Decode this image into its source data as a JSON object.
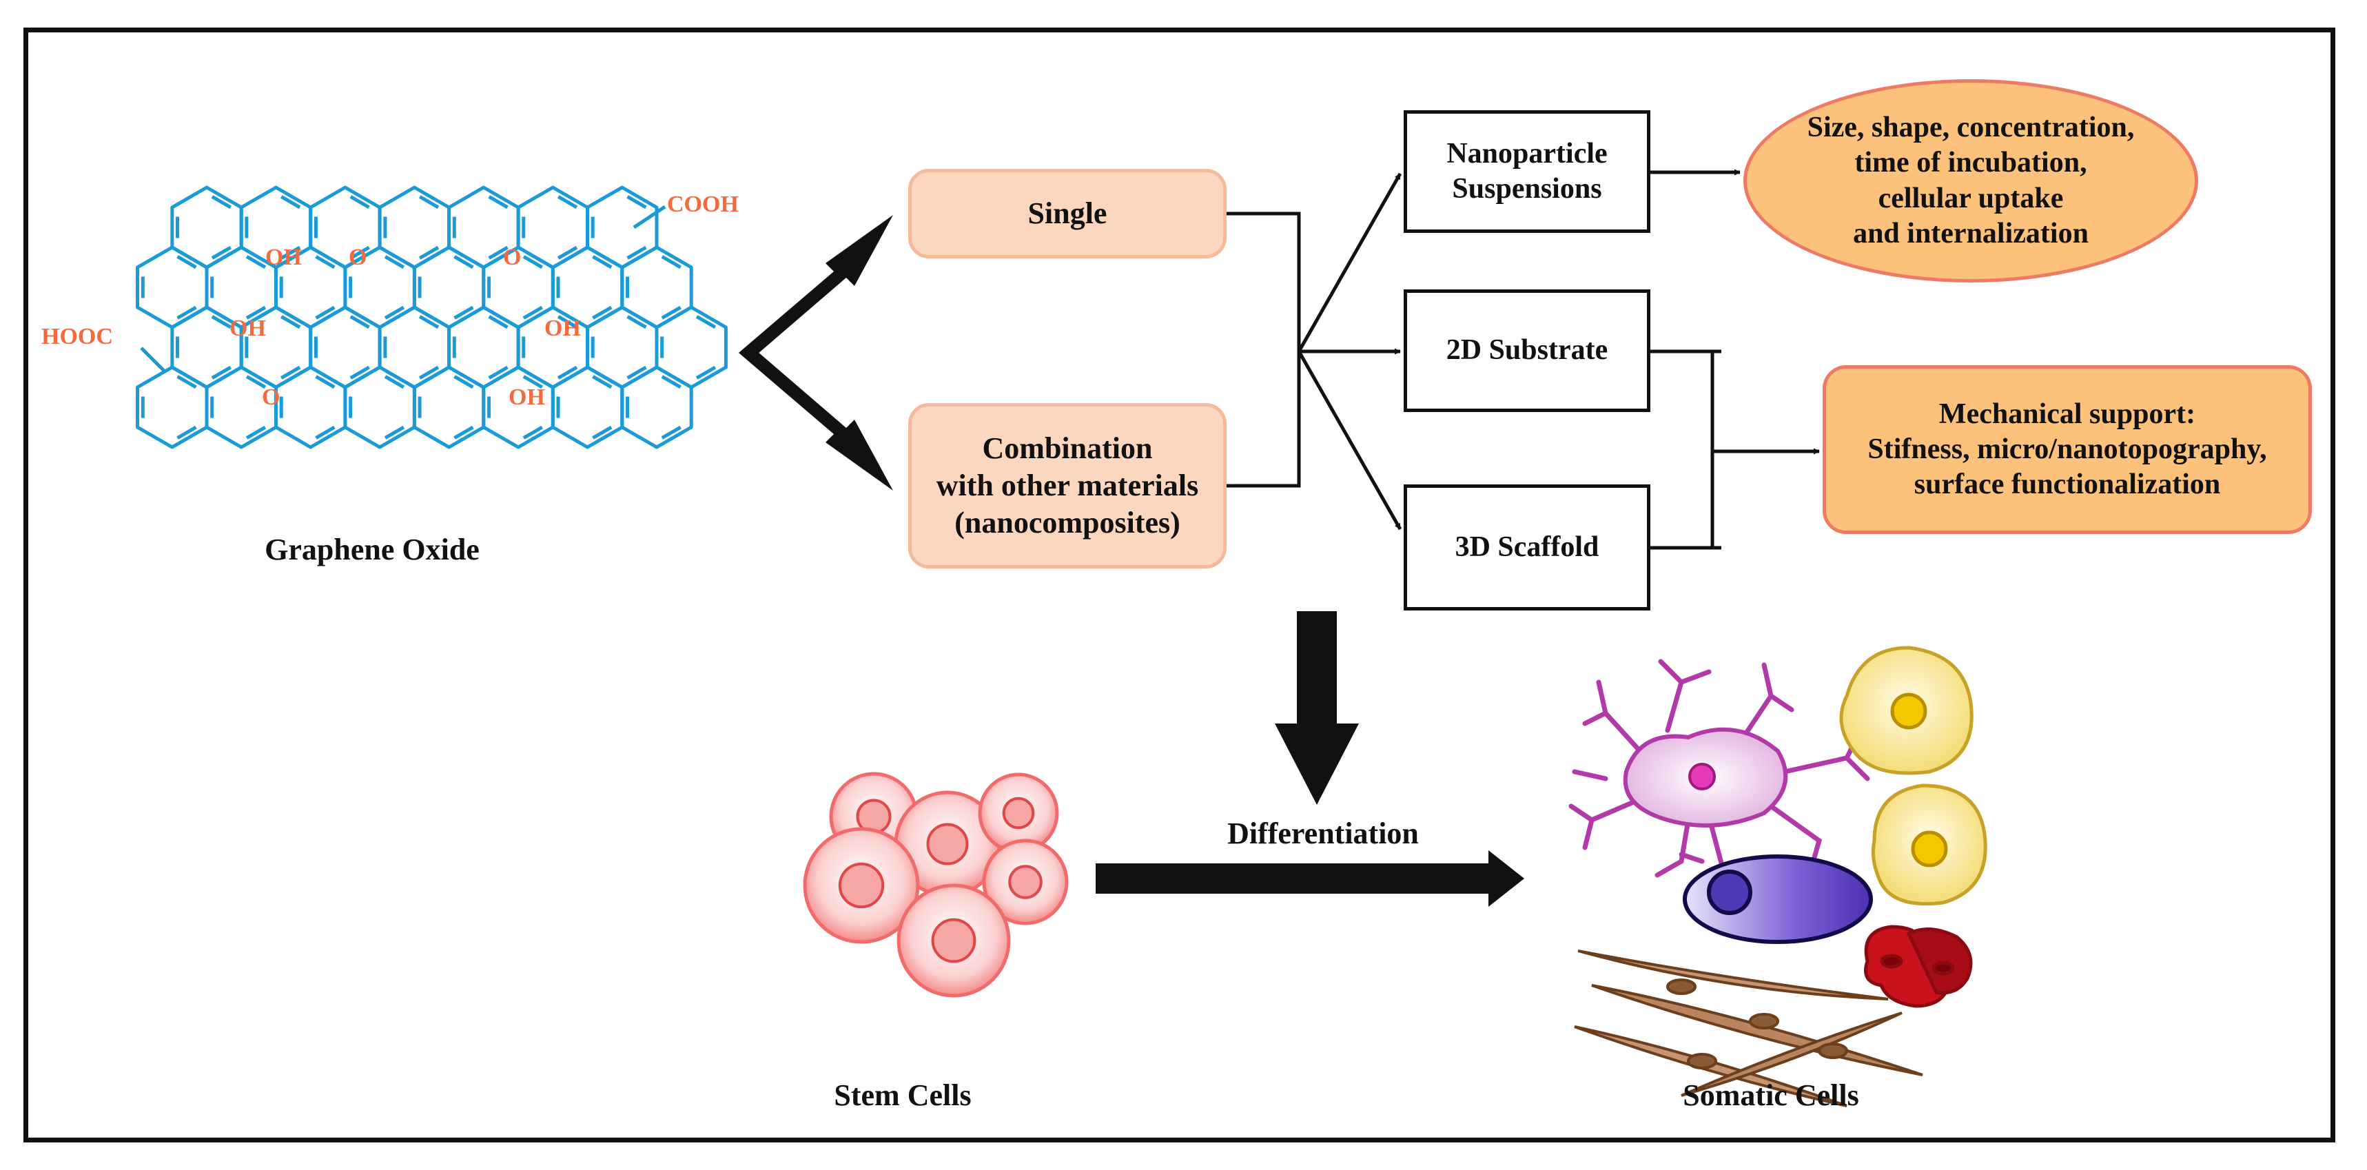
{
  "graphene": {
    "caption": "Graphene Oxide",
    "groups": [
      "COOH",
      "HOOC",
      "OH",
      "OH",
      "OH",
      "OH",
      "O",
      "O",
      "O"
    ]
  },
  "forms": {
    "single": "Single",
    "combination": [
      "Combination",
      "with other materials",
      "(nanocomposites)"
    ]
  },
  "types": {
    "nanoparticle": [
      "Nanoparticle",
      "Suspensions"
    ],
    "substrate_2d": "2D Substrate",
    "scaffold_3d": "3D Scaffold"
  },
  "factors": {
    "nanoparticle": [
      "Size, shape, concentration,",
      "time of incubation,",
      "cellular uptake",
      "and internalization"
    ],
    "mechanical": [
      "Mechanical support:",
      "Stifness, micro/nanotopography,",
      "surface functionalization"
    ]
  },
  "process": {
    "differentiation": "Differentiation",
    "stem_cells": "Stem Cells",
    "somatic_cells": "Somatic Cells"
  },
  "colors": {
    "lattice": "#1a9ad6",
    "functional_groups": "#f36a3f",
    "pill_fill": "#fcd7bf",
    "pill_border": "#f6b999",
    "orange_fill": "#fcc17a",
    "orange_border": "#ee7a63",
    "stem_cell": "#f26b6b",
    "neuron": "#b23aa8",
    "yellow_cell": "#f7e27a",
    "blue_cell": "#5a3fb8",
    "red_blood_cell": "#c9121b",
    "muscle_cell": "#a0673a"
  }
}
